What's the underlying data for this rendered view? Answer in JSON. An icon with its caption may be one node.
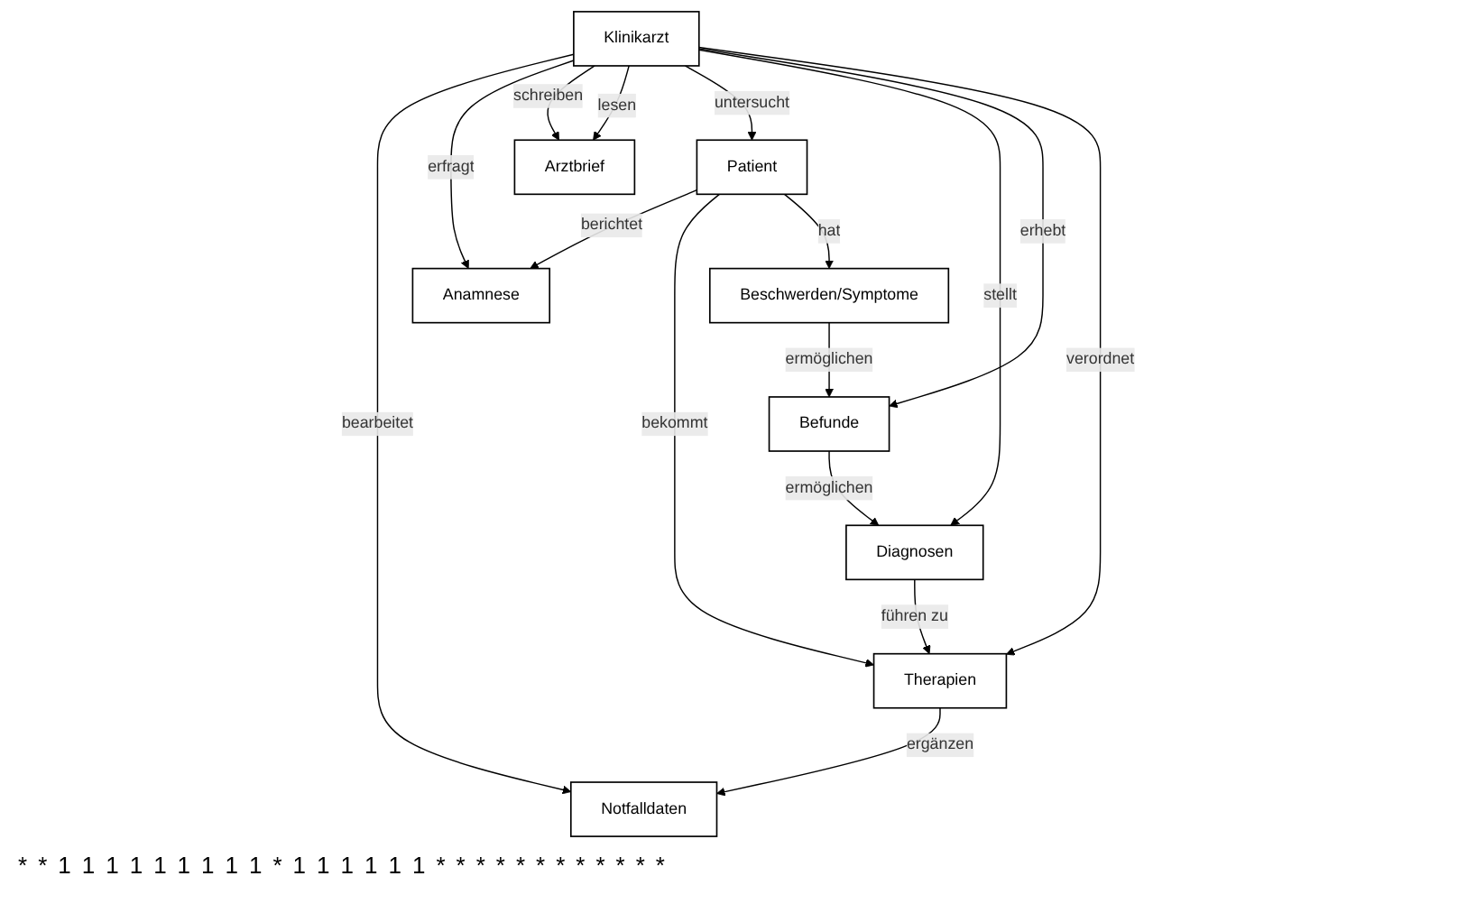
{
  "diagram": {
    "nodes": [
      {
        "text": [
          "Notfalldaten"
        ]
      },
      {
        "text": [
          "Anamnese"
        ]
      },
      {
        "text": [
          "Arztbrief"
        ]
      },
      {
        "text": [
          "Klinikarzt"
        ]
      },
      {
        "text": [
          "Patient"
        ]
      },
      {
        "text": [
          "Therapien"
        ]
      },
      {
        "text": [
          "Diagnosen"
        ]
      },
      {
        "text": [
          "Befunde"
        ]
      },
      {
        "text": [
          "Beschwerden/Symptome"
        ]
      }
    ],
    "edges": [
      {
        "from": 3,
        "to": 0,
        "arrow": "to",
        "label": "bearbeitet"
      },
      {
        "from": 5,
        "to": 0,
        "arrow": "to",
        "label": "ergänzen"
      },
      {
        "from": 3,
        "to": 1,
        "arrow": "to",
        "label": "erfragt"
      },
      {
        "from": 4,
        "to": 1,
        "arrow": "to",
        "label": "berichtet"
      },
      {
        "from": 3,
        "to": 2,
        "arrow": "to",
        "label": "schreiben"
      },
      {
        "from": 3,
        "to": 2,
        "arrow": "to",
        "label": "lesen"
      },
      {
        "from": 3,
        "to": 4,
        "arrow": "to",
        "label": "untersucht"
      },
      {
        "from": 3,
        "to": 6,
        "arrow": "to",
        "label": "stellt"
      },
      {
        "from": 3,
        "to": 7,
        "arrow": "to",
        "label": "erhebt"
      },
      {
        "from": 3,
        "to": 5,
        "arrow": "to",
        "label": "verordnet"
      },
      {
        "from": 4,
        "to": 5,
        "arrow": "to",
        "label": "bekommt"
      },
      {
        "from": 4,
        "to": 8,
        "arrow": "to",
        "label": "hat"
      },
      {
        "from": 6,
        "to": 5,
        "arrow": "to",
        "label": "führen zu"
      },
      {
        "from": 8,
        "to": 7,
        "arrow": "to",
        "label": "ermöglichen"
      },
      {
        "from": 7,
        "to": 6,
        "arrow": "to",
        "label": "ermöglichen"
      }
    ],
    "labels": [
      "*",
      "*",
      "1",
      "1",
      "1",
      "1",
      "1",
      "1",
      "1",
      "1",
      "1",
      "*",
      "1",
      "1",
      "1",
      "1",
      "1",
      "1",
      "*",
      "*",
      "*",
      "*",
      "*",
      "*",
      "*",
      "*",
      "*",
      "*",
      "*",
      "*"
    ]
  }
}
